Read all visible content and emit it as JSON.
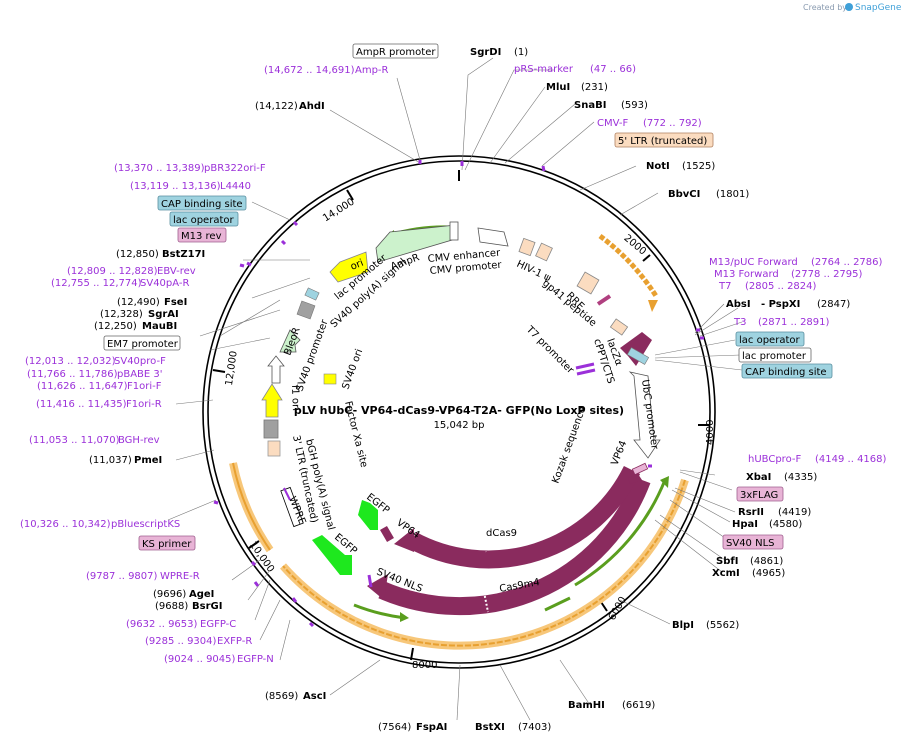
{
  "credit": "Created by",
  "brand": "SnapGene",
  "plasmid": {
    "name": "pLV hUbC- VP64-dCas9-VP64-T2A- GFP(No LoxP sites)",
    "size": "15,042 bp"
  },
  "ticks": [
    "2000",
    "4000",
    "6000",
    "8000",
    "10,000",
    "12,000",
    "14,000"
  ],
  "colors": {
    "primer": "#9b30d9",
    "cas9": "#8a2b5e",
    "egfp": "#1ee81e",
    "ori": "#ffff00",
    "ampr": "#ccf2cc",
    "orange": "#e8a030",
    "lac_box": "#9fd3e0",
    "ltr_box": "#fbdcc0",
    "pink_box": "#e8b4d6"
  },
  "sites_right": [
    {
      "name": "SgrDI",
      "pos": "(1)"
    },
    {
      "name": "MluI",
      "pos": "(231)"
    },
    {
      "name": "SnaBI",
      "pos": "(593)"
    },
    {
      "name": "NotI",
      "pos": "(1525)"
    },
    {
      "name": "BbvCI",
      "pos": "(1801)"
    },
    {
      "name": "AbsI",
      "pos": "(2847)",
      "extra": "- PspXI"
    },
    {
      "name": "XbaI",
      "pos": "(4335)"
    },
    {
      "name": "RsrII",
      "pos": "(4419)"
    },
    {
      "name": "HpaI",
      "pos": "(4580)"
    },
    {
      "name": "SbfI",
      "pos": "(4861)"
    },
    {
      "name": "XcmI",
      "pos": "(4965)"
    },
    {
      "name": "BlpI",
      "pos": "(5562)"
    },
    {
      "name": "BamHI",
      "pos": "(6619)"
    },
    {
      "name": "BstXI",
      "pos": "(7403)"
    },
    {
      "name": "FspAI",
      "pos": "(7564)"
    },
    {
      "name": "AscI",
      "pos": "(8569)"
    },
    {
      "name": "PmeI",
      "pos": "(11,037)"
    },
    {
      "name": "BstZ17I",
      "pos": "(12,850)"
    },
    {
      "name": "FseI",
      "pos": "(12,490)"
    },
    {
      "name": "SgrAI",
      "pos": "(12,328)"
    },
    {
      "name": "MauBI",
      "pos": "(12,250)"
    },
    {
      "name": "AhdI",
      "pos": "(14,122)"
    },
    {
      "name": "AgeI",
      "pos": "(9696)"
    },
    {
      "name": "BsrGI",
      "pos": "(9688)"
    }
  ],
  "primers": [
    {
      "name": "pRS-marker",
      "pos": "(47 .. 66)"
    },
    {
      "name": "CMV-F",
      "pos": "(772 .. 792)"
    },
    {
      "name": "Amp-R",
      "pos": "(14,672 .. 14,691)"
    },
    {
      "name": "pBR322ori-F",
      "pos": "(13,370 .. 13,389)"
    },
    {
      "name": "L4440",
      "pos": "(13,119 .. 13,136)"
    },
    {
      "name": "EBV-rev",
      "pos": "(12,809 .. 12,828)"
    },
    {
      "name": "SV40pA-R",
      "pos": "(12,755 .. 12,774)"
    },
    {
      "name": "SV40pro-F",
      "pos": "(12,013 .. 12,032)"
    },
    {
      "name": "pBABE 3'",
      "pos": "(11,766 .. 11,786)"
    },
    {
      "name": "F1ori-F",
      "pos": "(11,626 .. 11,647)"
    },
    {
      "name": "F1ori-R",
      "pos": "(11,416 .. 11,435)"
    },
    {
      "name": "BGH-rev",
      "pos": "(11,053 .. 11,070)"
    },
    {
      "name": "pBluescriptKS",
      "pos": "(10,326 .. 10,342)"
    },
    {
      "name": "WPRE-R",
      "pos": "(9787 .. 9807)"
    },
    {
      "name": "EGFP-C",
      "pos": "(9632 .. 9653)"
    },
    {
      "name": "EXFP-R",
      "pos": "(9285 .. 9304)"
    },
    {
      "name": "EGFP-N",
      "pos": "(9024 .. 9045)"
    },
    {
      "name": "M13/pUC Forward",
      "pos": "(2764 .. 2786)"
    },
    {
      "name": "M13 Forward",
      "pos": "(2778 .. 2795)"
    },
    {
      "name": "T7",
      "pos": "(2805 .. 2824)"
    },
    {
      "name": "T3",
      "pos": "(2871 .. 2891)"
    },
    {
      "name": "hUBCpro-F",
      "pos": "(4149 .. 4168)"
    }
  ],
  "boxed_labels": [
    {
      "text": "AmpR promoter"
    },
    {
      "text": "5' LTR (truncated)"
    },
    {
      "text": "CAP binding site"
    },
    {
      "text": "lac operator"
    },
    {
      "text": "M13 rev"
    },
    {
      "text": "EM7 promoter"
    },
    {
      "text": "lac operator"
    },
    {
      "text": "lac promoter"
    },
    {
      "text": "CAP binding site"
    },
    {
      "text": "3xFLAG"
    },
    {
      "text": "SV40 NLS"
    },
    {
      "text": "KS primer"
    }
  ],
  "inner_features": {
    "ori": "ori",
    "ampr": "AmpR",
    "ampr_promoter": "AmpR promoter",
    "lac_promoter": "lac promoter",
    "sv40_polya": "SV40 poly(A) signal",
    "cmv_enhancer": "CMV enhancer",
    "cmv_promoter": "CMV promoter",
    "hiv_psi": "HIV-1 ψ",
    "rre": "RRE",
    "gp41": "gp41 peptide",
    "t7_promoter": "T7 promoter",
    "lacza": "lacZα",
    "cppt": "cPPT/CTS",
    "ubc_promoter": "UbC promoter",
    "kozak": "Kozak sequence",
    "vp64_a": "VP64",
    "dcas9": "dCas9",
    "cas9m4": "Cas9m4",
    "sv40_nls": "SV40 NLS",
    "vp64_b": "VP64",
    "egfp_a": "EGFP",
    "egfp_b": "EGFP",
    "wpre": "WPRE",
    "ltr3": "3' LTR (truncated)",
    "bgh": "bGH poly(A) signal",
    "factor_xa": "Factor Xa site",
    "f1_ori": "f1 ori",
    "sv40_promoter": "SV40 promoter",
    "sv40_ori": "SV40 ori",
    "bleor": "BleoR"
  }
}
